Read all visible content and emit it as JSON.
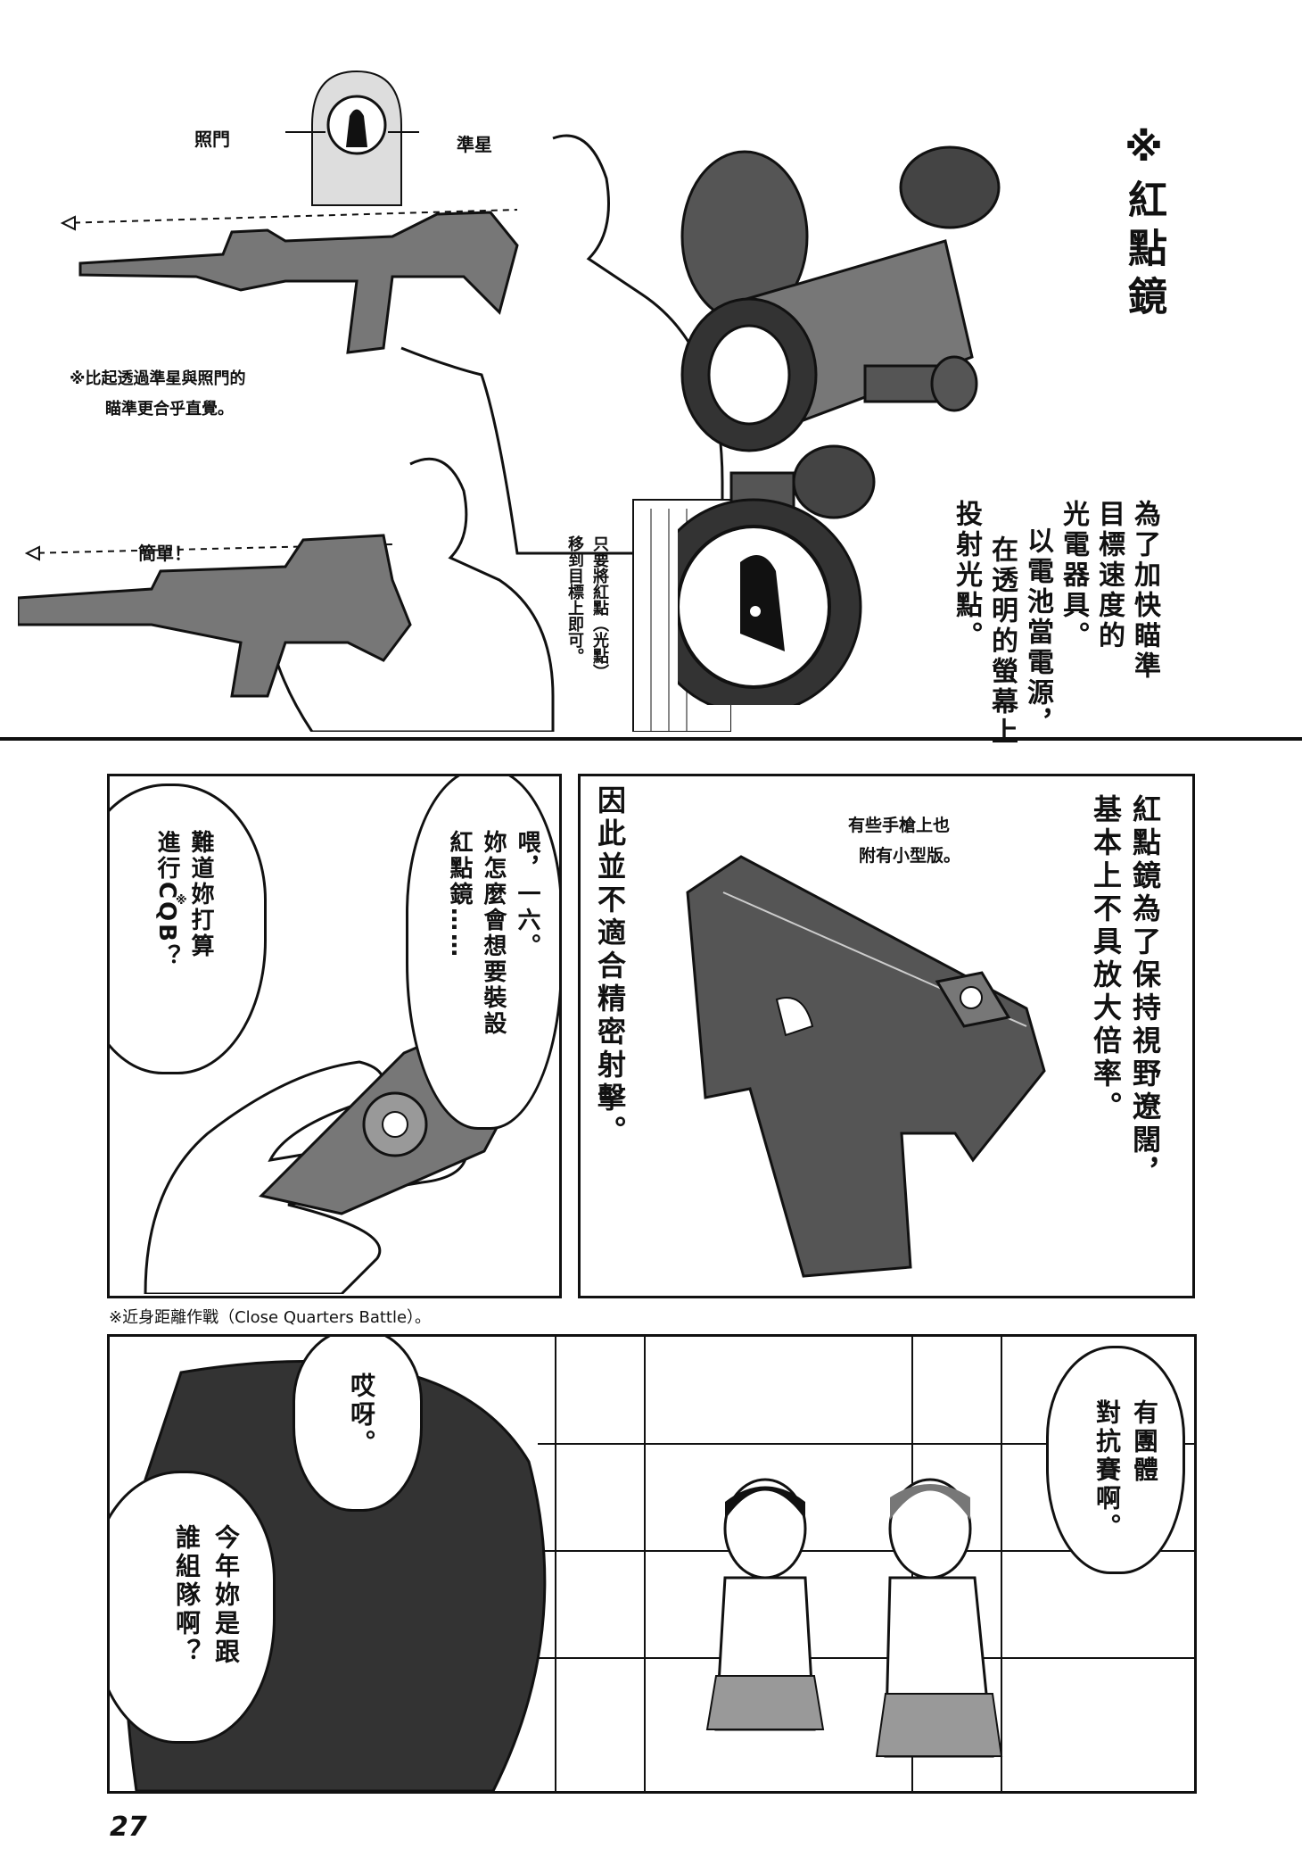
{
  "page": {
    "number": "27",
    "footnote": "※近身距離作戰（Close Quarters Battle）。"
  },
  "top": {
    "heading": "※紅點鏡",
    "desc_lines": [
      "為了加快瞄準",
      "目標速度的",
      "光電器具。",
      "以電池當電源，",
      "在透明的螢幕上",
      "投射光點。"
    ],
    "label_rear": "照門",
    "label_front": "準星",
    "note_lines": [
      "※比起透過準星與照門的",
      "瞄準更合乎直覺。"
    ],
    "label_easy": "簡單！",
    "dot_lines": [
      "只要將紅點（光點）",
      "移到目標上即可。"
    ]
  },
  "mid": {
    "q1_lines": [
      "喂，一六。",
      "妳怎麼會想要裝設",
      "紅點鏡……"
    ],
    "q2_lines": [
      "難道妳打算",
      "進行CQB？"
    ],
    "q2_mark": "※",
    "text_a": "因此並不適合精密射擊。",
    "text_b_lines": [
      "紅點鏡為了保持視野遼闊，",
      "基本上不具放大倍率。"
    ],
    "pistol_lines": [
      "有些手槍上也",
      "附有小型版。"
    ]
  },
  "bottom": {
    "speech_a_lines": [
      "有團體",
      "對抗賽啊。"
    ],
    "speech_b": "哎呀。",
    "speech_c_lines": [
      "今年妳是跟",
      "誰組隊啊？"
    ]
  }
}
